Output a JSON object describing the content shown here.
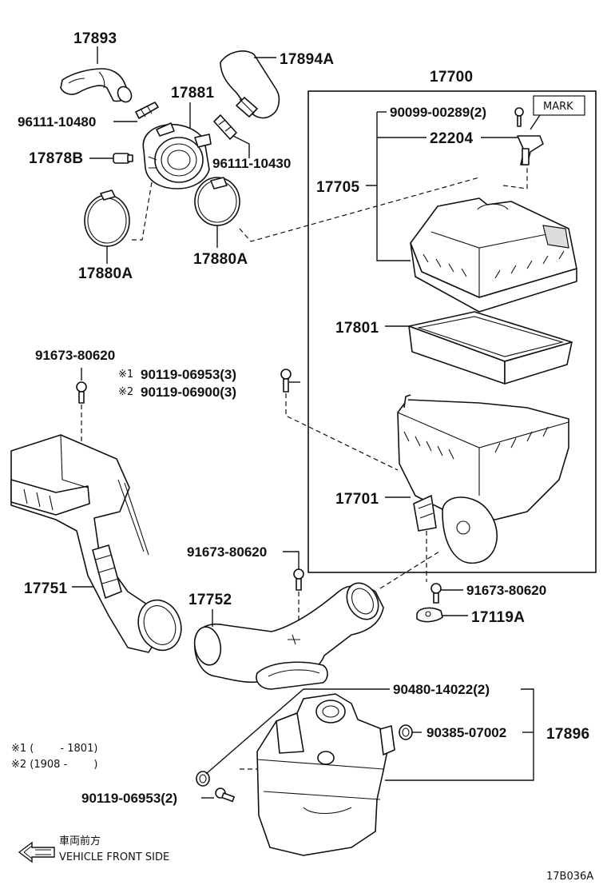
{
  "diagram": {
    "labels": {
      "p17893": "17893",
      "p17894A": "17894A",
      "p17700": "17700",
      "p96111_10480": "96111-10480",
      "p17881": "17881",
      "p90099": "90099-00289(2)",
      "mark": "MARK",
      "p17878B": "17878B",
      "p22204": "22204",
      "p96111_10430": "96111-10430",
      "p17705": "17705",
      "p17880A_left": "17880A",
      "p17880A_right": "17880A",
      "p17801": "17801",
      "p91673_top": "91673-80620",
      "ref1_mark": "※1",
      "p90119_06953_3": "90119-06953(3)",
      "ref2_mark": "※2",
      "p90119_06900_3": "90119-06900(3)",
      "p17701": "17701",
      "p17751": "17751",
      "p91673_mid": "91673-80620",
      "p17752": "17752",
      "p91673_right": "91673-80620",
      "p17119A": "17119A",
      "p90480": "90480-14022(2)",
      "p90385": "90385-07002",
      "p17896": "17896",
      "p90119_06953_2": "90119-06953(2)"
    },
    "notes": {
      "note1": "※1 (        - 1801)",
      "note2": "※2 (1908 -        )"
    },
    "direction": {
      "jp": "車両前方",
      "en": "VEHICLE FRONT SIDE"
    },
    "figure_code": "17B036A"
  }
}
